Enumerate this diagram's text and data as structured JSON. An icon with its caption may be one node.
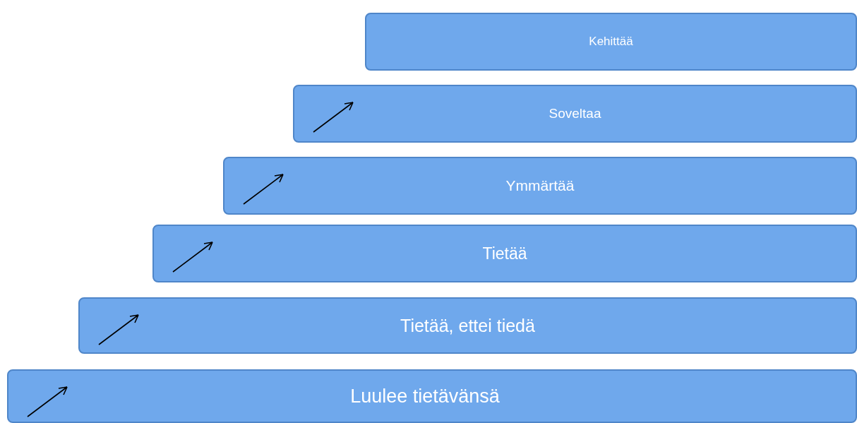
{
  "diagram": {
    "nodes": [
      {
        "text": [
          "Kehittää"
        ]
      },
      {
        "text": [
          "Soveltaa"
        ]
      },
      {
        "text": [
          "Ymmärtää"
        ]
      },
      {
        "text": [
          "Tietää"
        ]
      },
      {
        "text": [
          "Tietää, ettei tiedä"
        ]
      },
      {
        "text": [
          "Luulee tietävänsä"
        ]
      }
    ]
  }
}
